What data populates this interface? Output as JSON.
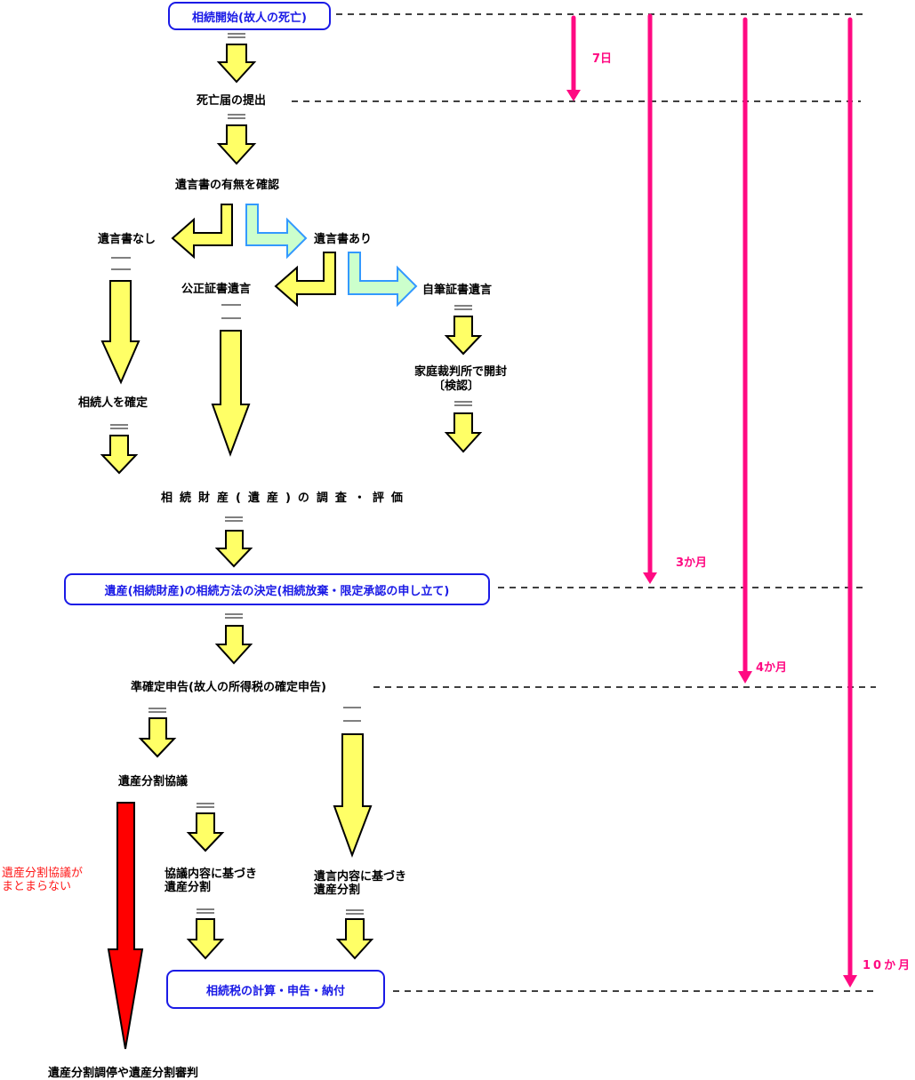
{
  "colors": {
    "box_border": "#1a1ae6",
    "arrow_yellow": "#ffff66",
    "arrow_green": "#ccffcc",
    "arrow_green_border": "#3399ff",
    "timeline_pink": "#ff0a82",
    "arrow_red": "#ff0000"
  },
  "nodes": {
    "start": "相続開始(故人の死亡)",
    "death_notice": "死亡届の提出",
    "check_will": "遺言書の有無を確認",
    "no_will": "遺言書なし",
    "has_will": "遺言書あり",
    "notarized_will": "公正証書遺言",
    "holographic_will": "自筆証書遺言",
    "family_court_open": "家庭裁判所で開封",
    "probate": "〔検認〕",
    "confirm_heirs": "相続人を確定",
    "estate_survey": "相続財産(遺産)の調査・評価",
    "inheritance_method": "遺産(相続財産)の相続方法の決定(相続放棄・限定承認の申し立て)",
    "final_tax_return": "準確定申告(故人の所得税の確定申告)",
    "division_talks": "遺産分割協議",
    "division_by_agreement_1": "協議内容に基づき",
    "division_by_agreement_2": "遺産分割",
    "division_by_will_1": "遺言内容に基づき",
    "division_by_will_2": "遺産分割",
    "tax_filing": "相続税の計算・申告・納付",
    "mediation": "遺産分割調停や遺産分割審判",
    "no_agreement_1": "遺産分割協議が",
    "no_agreement_2": "まとまらない"
  },
  "deadlines": [
    {
      "label": "7日",
      "from": "相続開始",
      "to": "死亡届の提出"
    },
    {
      "label": "3か月",
      "from": "相続開始",
      "to": "相続方法の決定"
    },
    {
      "label": "4か月",
      "from": "相続開始",
      "to": "準確定申告"
    },
    {
      "label": "10か月",
      "from": "相続開始",
      "to": "相続税の申告・納付"
    }
  ]
}
